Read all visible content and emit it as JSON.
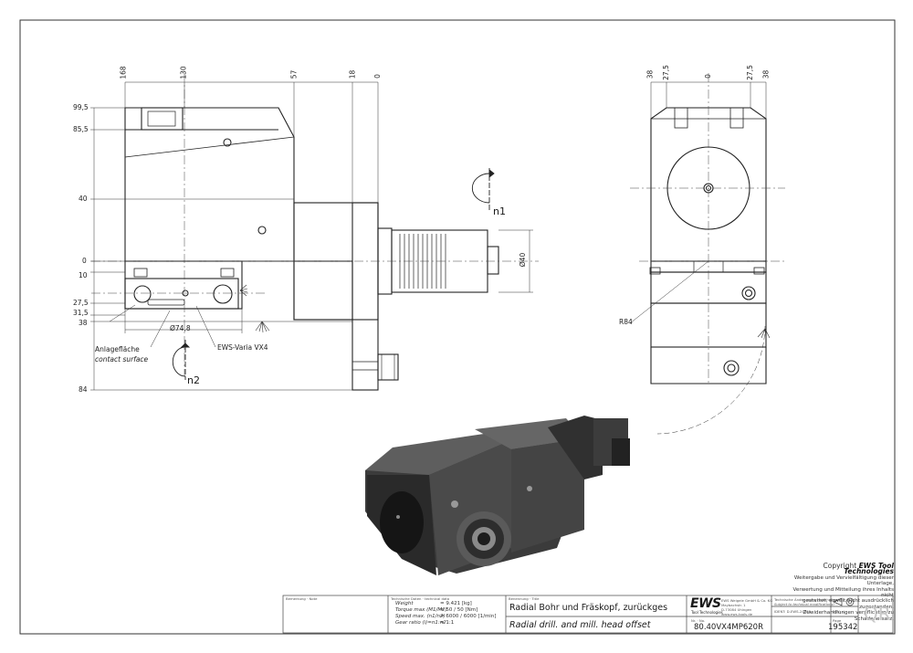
{
  "dims_front_top": [
    "168",
    "130",
    "57",
    "18",
    "0"
  ],
  "dims_front_left": [
    "99,5",
    "85,5",
    "40",
    "0",
    "10",
    "27,5",
    "31,5",
    "38",
    "84"
  ],
  "dims_side_top": [
    "38",
    "27,5",
    "0",
    "27,5",
    "38"
  ],
  "labels": {
    "diameter_40": "Ø40",
    "diameter_74": "Ø74,8",
    "n1": "n1",
    "n2": "n2",
    "radius": "R84",
    "anlage_de": "Anlagefläche",
    "anlage_en": "contact surface",
    "ews_varia": "EWS-Varia VX4"
  },
  "copyright": {
    "line1": "Copyright",
    "brand": "EWS Tool Technologies",
    "lines": [
      "Weitergabe und Vervielfältigung dieser Unterlage,",
      "Verwertung und Mitteilung ihres Inhalts nicht",
      "gestattet, soweit nicht ausdrücklich zugestanden.",
      "Zuwiderhandlungen verpflichten zu Schadenersatz."
    ]
  },
  "title_block": {
    "remark_label": "Bemerkung · Note",
    "tech_label": "Technische Daten · technical data",
    "weight_label": "Weight",
    "weight_value": "= 9.421 [kg]",
    "torque_label": "Torque max (M1/M2)",
    "torque_value": "= 50 / 50 [Nm]",
    "speed_label": "Speed max. (n1/n2)",
    "speed_value": "= 6000 / 6000 [1/min]",
    "ratio_label": "Gear ratio  (i)=n1:n2",
    "ratio_value": "= 1:1",
    "designation_label": "Benennung · Title",
    "title_de": "Radial Bohr und Fräskopf, zurückges",
    "title_en": "Radial drill. and mill. head offset",
    "brand_logo": "EWS",
    "brand_sub": "Tool Technologies",
    "company_lines": [
      "EWS Weigele GmbH & Co. KG",
      "Maybachstr. 1",
      "D-73084 Uhingen",
      "www.ews-tools.de"
    ],
    "changes_de": "Technische Änderungen vorbehalten!",
    "changes_en": "Subject to technical modifications!",
    "ident": "IDENT: D-EWS-24388",
    "rev": "REV: -/-",
    "part_label": "Nr. · No.",
    "part_number": "80.40VX4MP620R",
    "drawing_label": "Page",
    "drawing_number": "195342",
    "qr": "QR"
  }
}
